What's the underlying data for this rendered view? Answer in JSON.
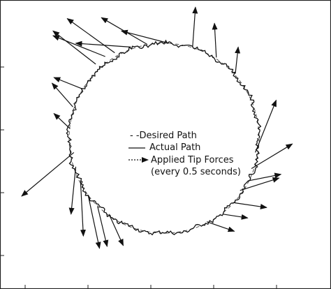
{
  "chart_data": {
    "type": "scatter",
    "title": "",
    "xlabel": "",
    "ylabel": "",
    "xlim": [
      -1.3,
      1.3
    ],
    "ylim": [
      -1.3,
      1.3
    ],
    "grid": false,
    "legend_placement": "center",
    "legend": [
      {
        "label": "Desired Path",
        "style": "dashed"
      },
      {
        "label": "Actual Path",
        "style": "solid"
      },
      {
        "label": "Applied Tip Forces",
        "style": "dotted-arrow"
      },
      {
        "label": "(every 0.5 seconds)",
        "style": "note"
      }
    ],
    "desired_path": {
      "shape": "circle",
      "center": [
        0,
        0
      ],
      "radius": 1.0
    },
    "actual_path_noise": 0.02,
    "tip_forces": [
      {
        "x": -0.72,
        "y": 0.78,
        "dx": -0.45,
        "dy": 0.35
      },
      {
        "x": -0.62,
        "y": 0.86,
        "dx": -0.55,
        "dy": 0.22
      },
      {
        "x": -0.52,
        "y": 0.9,
        "dx": -0.5,
        "dy": 0.36
      },
      {
        "x": -0.35,
        "y": 0.96,
        "dx": -0.58,
        "dy": 0.04
      },
      {
        "x": -0.18,
        "y": 0.99,
        "dx": -0.48,
        "dy": 0.28
      },
      {
        "x": 0.05,
        "y": 1.0,
        "dx": -0.5,
        "dy": 0.13
      },
      {
        "x": 0.3,
        "y": 0.96,
        "dx": 0.03,
        "dy": 0.42
      },
      {
        "x": 0.55,
        "y": 0.85,
        "dx": -0.02,
        "dy": 0.36
      },
      {
        "x": 0.75,
        "y": 0.68,
        "dx": 0.03,
        "dy": 0.28
      },
      {
        "x": -0.86,
        "y": 0.52,
        "dx": -0.3,
        "dy": 0.12
      },
      {
        "x": -0.96,
        "y": 0.33,
        "dx": -0.22,
        "dy": 0.25
      },
      {
        "x": -0.99,
        "y": 0.1,
        "dx": -0.17,
        "dy": 0.16
      },
      {
        "x": -0.95,
        "y": -0.15,
        "dx": -0.55,
        "dy": -0.46
      },
      {
        "x": -0.93,
        "y": -0.3,
        "dx": -0.05,
        "dy": -0.5
      },
      {
        "x": -0.88,
        "y": -0.45,
        "dx": 0.03,
        "dy": -0.58
      },
      {
        "x": -0.8,
        "y": -0.6,
        "dx": 0.12,
        "dy": -0.56
      },
      {
        "x": -0.7,
        "y": -0.72,
        "dx": 0.1,
        "dy": -0.42
      },
      {
        "x": -0.58,
        "y": -0.8,
        "dx": 0.15,
        "dy": -0.33
      },
      {
        "x": 0.96,
        "y": -0.15,
        "dx": 0.22,
        "dy": 0.55
      },
      {
        "x": 0.92,
        "y": -0.32,
        "dx": 0.43,
        "dy": 0.26
      },
      {
        "x": 0.88,
        "y": -0.45,
        "dx": 0.35,
        "dy": 0.07
      },
      {
        "x": 0.8,
        "y": -0.55,
        "dx": 0.41,
        "dy": 0.13
      },
      {
        "x": 0.74,
        "y": -0.68,
        "dx": 0.34,
        "dy": -0.05
      },
      {
        "x": 0.62,
        "y": -0.8,
        "dx": 0.26,
        "dy": -0.04
      },
      {
        "x": 0.45,
        "y": -0.88,
        "dx": 0.29,
        "dy": -0.1
      }
    ]
  },
  "legend_labels": {
    "desired": "- -Desired Path",
    "actual": "Actual Path",
    "forces": "Applied Tip Forces",
    "note": "(every 0.5 seconds)"
  }
}
